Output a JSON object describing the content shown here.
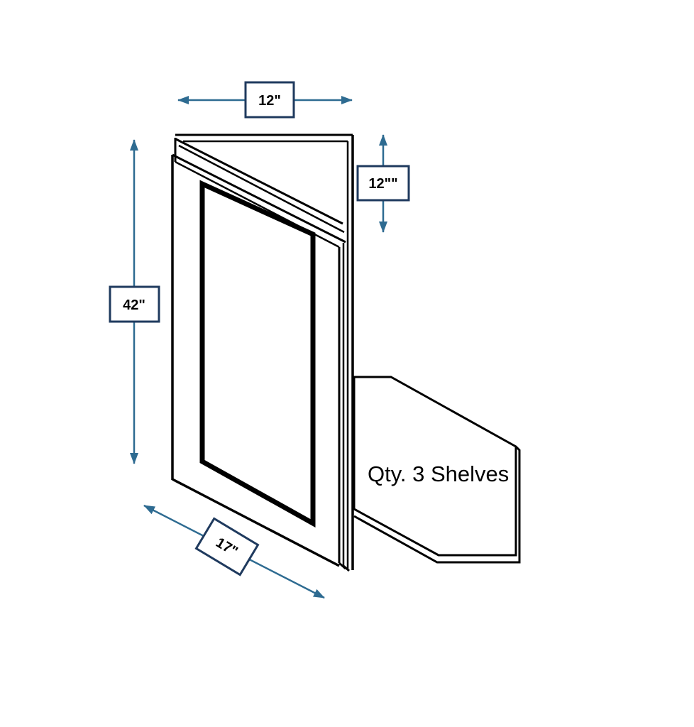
{
  "diagram": {
    "labels": {
      "width_top": "12\"",
      "depth_right": "12\"\"",
      "height_left": "42\"",
      "depth_front": "17\"",
      "shelf_note": "Qty. 3 Shelves"
    },
    "colors": {
      "dimension_arrow": "#2E6B91",
      "label_box_border": "#1F3A5E",
      "label_text": "#000000",
      "line_art": "#000000",
      "background": "#FFFFFF"
    }
  }
}
